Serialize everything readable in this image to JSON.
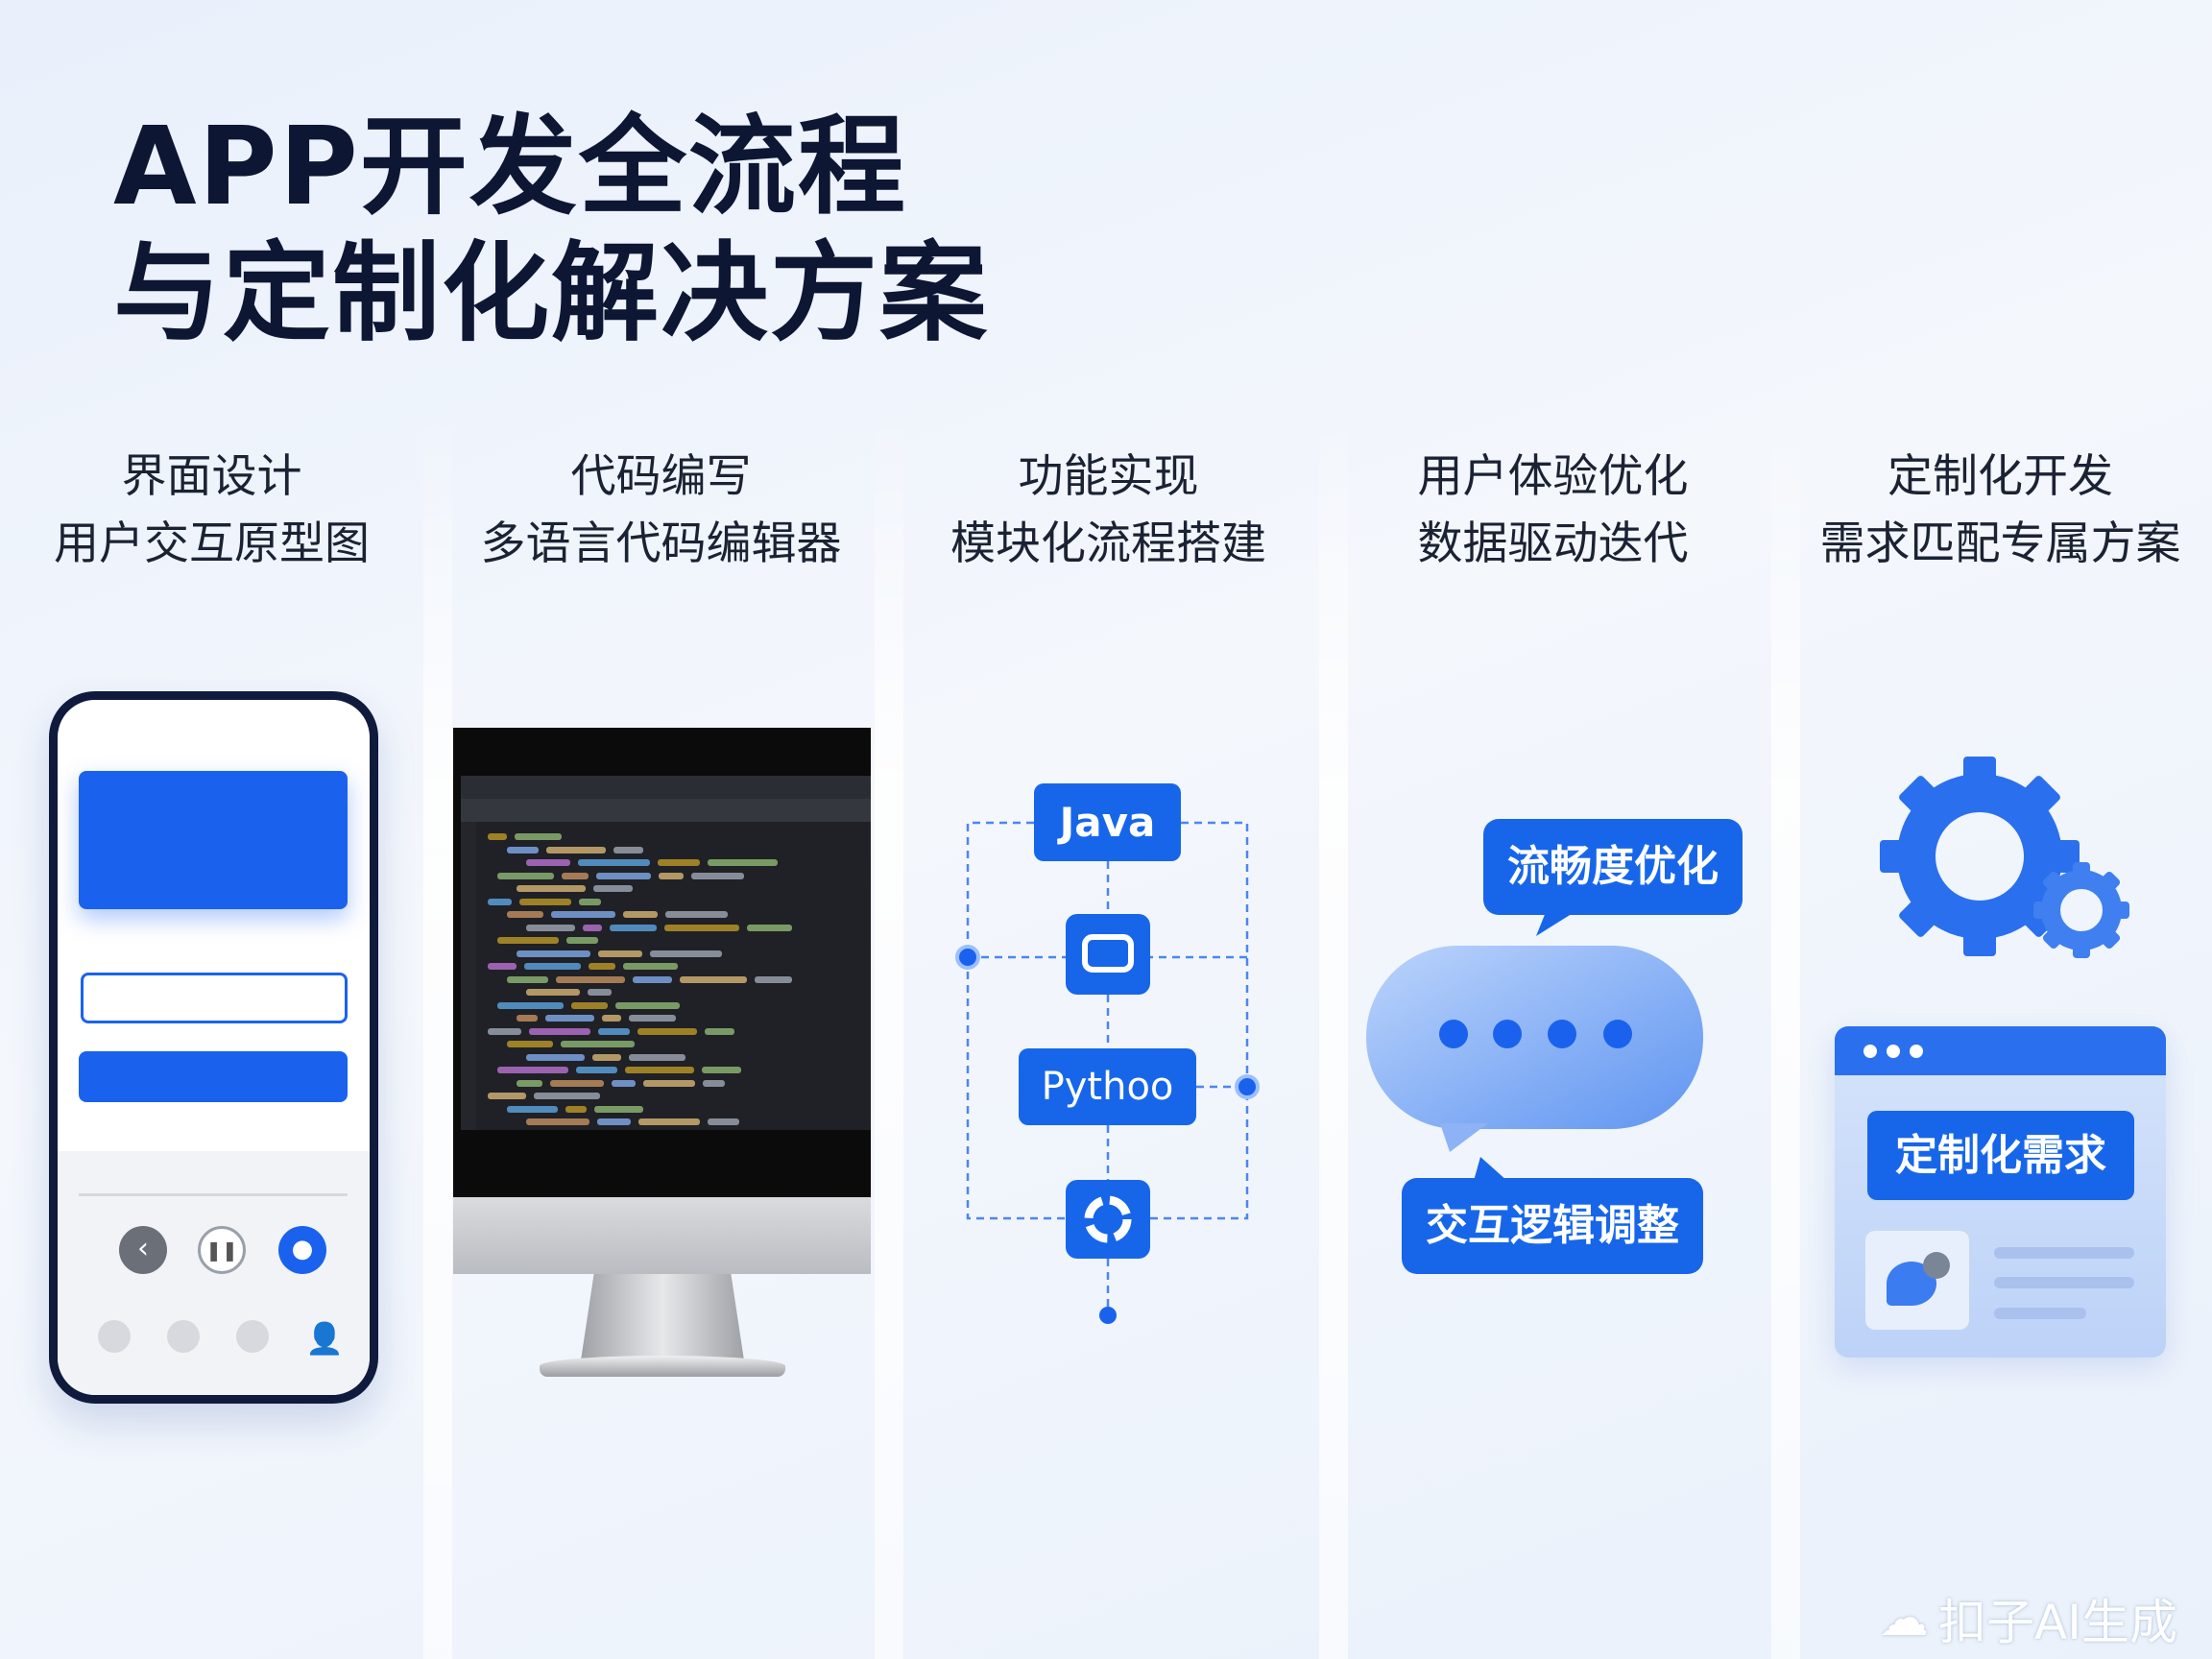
{
  "title": {
    "line1": "APP开发全流程",
    "line2": "与定制化解决方案"
  },
  "columns": [
    {
      "heading": "界面设计",
      "subheading": "用户交互原型图"
    },
    {
      "heading": "代码编写",
      "subheading": "多语言代码编辑器"
    },
    {
      "heading": "功能实现",
      "subheading": "模块化流程搭建"
    },
    {
      "heading": "用户体验优化",
      "subheading": "数据驱动迭代"
    },
    {
      "heading": "定制化开发",
      "subheading": "需求匹配专属方案"
    }
  ],
  "flow": {
    "node1": "Java",
    "node2": "Pythoo"
  },
  "ux": {
    "bubble_top": "流畅度优化",
    "bubble_bottom": "交互逻辑调整"
  },
  "custom": {
    "button": "定制化需求"
  },
  "watermark": "扣子AI生成",
  "colors": {
    "accent": "#1a62ee",
    "title": "#0d1633",
    "dark_frame": "#101a3c"
  }
}
